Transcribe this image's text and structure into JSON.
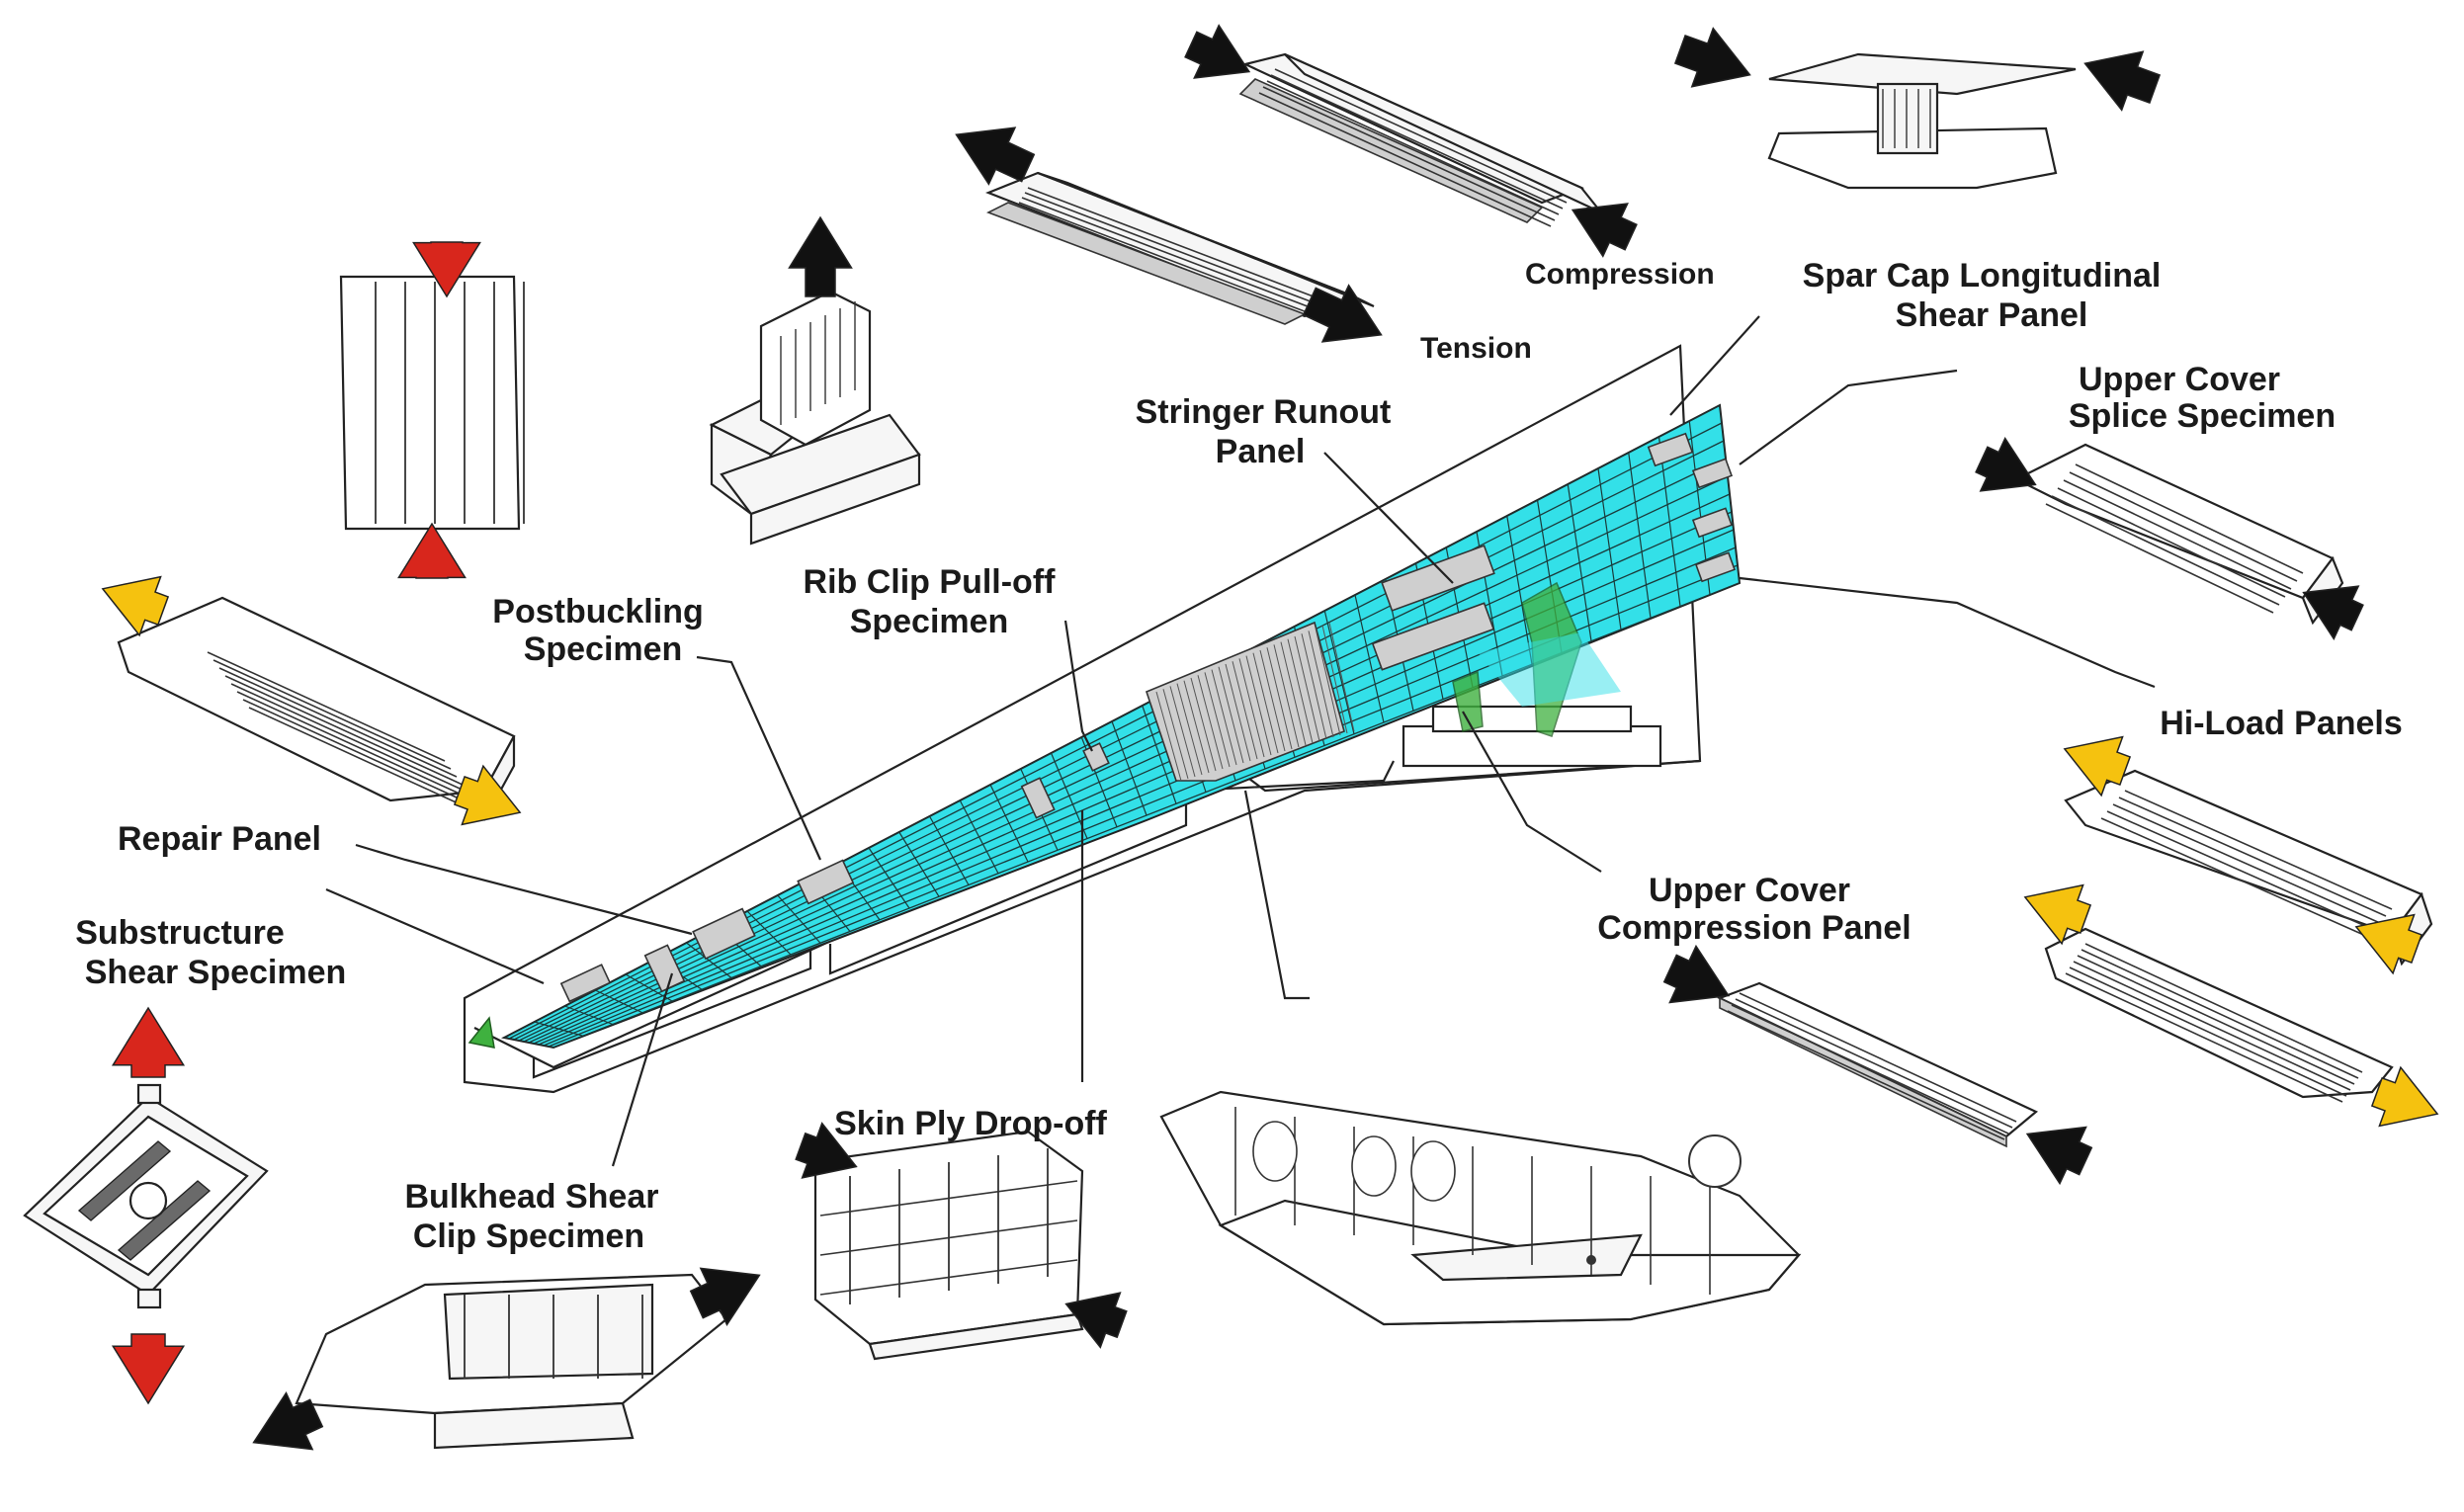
{
  "labels": {
    "compression": "Compression",
    "tension": "Tension",
    "spar_cap_1": "Spar Cap Longitudinal",
    "spar_cap_2": "Shear Panel",
    "upper_splice_1": "Upper Cover",
    "upper_splice_2": "Splice Specimen",
    "stringer_1": "Stringer Runout",
    "stringer_2": "Panel",
    "rib_clip_1": "Rib Clip Pull-off",
    "rib_clip_2": "Specimen",
    "postbuckling_1": "Postbuckling",
    "postbuckling_2": "Specimen",
    "hi_load": "Hi-Load Panels",
    "repair": "Repair Panel",
    "substructure_1": "Substructure",
    "substructure_2": "Shear Specimen",
    "upper_comp_1": "Upper Cover",
    "upper_comp_2": "Compression Panel",
    "skin_ply": "Skin Ply Drop-off",
    "bulkhead_1": "Bulkhead Shear",
    "bulkhead_2": "Clip Specimen"
  },
  "colors": {
    "skin": "#33e0e8",
    "red_arrow": "#d8261c",
    "yellow_arrow": "#f5c20f",
    "black_arrow": "#111111",
    "green": "#3fb13f"
  }
}
